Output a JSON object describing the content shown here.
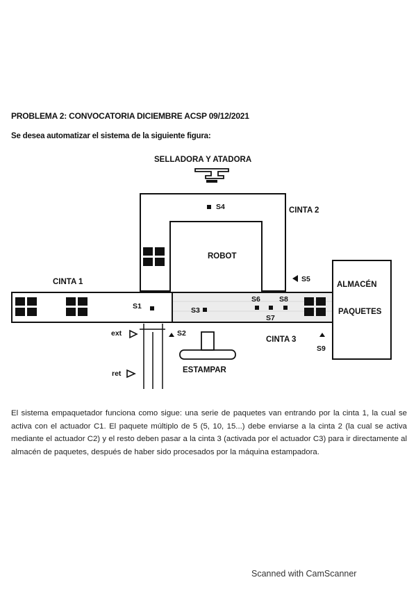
{
  "header": {
    "title": "PROBLEMA 2: CONVOCATORIA DICIEMBRE ACSP 09/12/2021",
    "intro": "Se desea automatizar el sistema de la siguiente figura:"
  },
  "figure": {
    "sealer_label": "SELLADORA Y ATADORA",
    "s4": "S4",
    "cinta2": "CINTA 2",
    "robot": "ROBOT",
    "s5": "S5",
    "almacen_line1": "ALMACÉN",
    "almacen_line2": "PAQUETES",
    "cinta1": "CINTA 1",
    "s1": "S1",
    "s3": "S3",
    "s6": "S6",
    "s8": "S8",
    "s7": "S7",
    "ext": "ext",
    "s2": "S2",
    "cinta3": "CINTA 3",
    "s9": "S9",
    "ret": "ret",
    "estampar": "ESTAMPAR"
  },
  "description": "El sistema empaquetador funciona como sigue: una serie de paquetes van entrando por la cinta 1, la cual se activa con el actuador C1. El paquete múltiplo de 5 (5, 10, 15...) debe enviarse a la cinta 2 (la cual se activa mediante el actuador C2) y el resto deben pasar a la cinta 3 (activada por el actuador C3) para ir directamente al almacén de paquetes, después de haber sido procesados por la máquina estampadora.",
  "footer": "Scanned with CamScanner"
}
